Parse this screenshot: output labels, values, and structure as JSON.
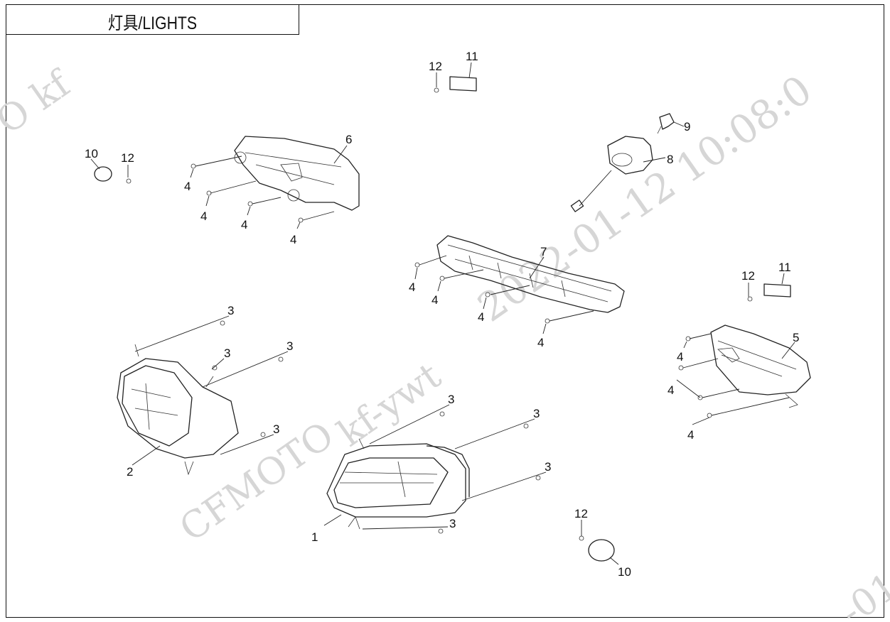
{
  "title": "灯具/LIGHTS",
  "watermark": {
    "brand": "CFMOTO",
    "user": "kf-ywt",
    "timestamp": "2022-01-12 10:08:0",
    "corner_left": "O kf",
    "corner_right_bottom": "-01"
  },
  "callouts": [
    "1",
    "2",
    "3",
    "4",
    "5",
    "6",
    "7",
    "8",
    "9",
    "10",
    "11",
    "12"
  ],
  "colors": {
    "line": "#222222",
    "watermark": "#d6d6d6",
    "background": "#ffffff"
  }
}
